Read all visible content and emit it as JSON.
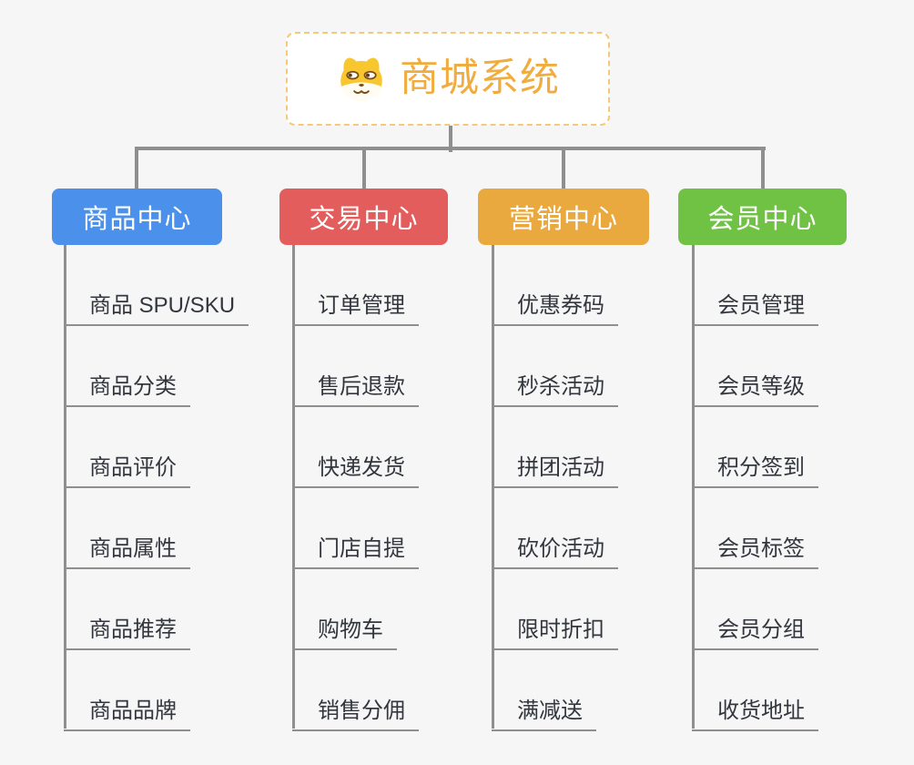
{
  "root": {
    "title": "商城系统",
    "icon": "dog-face-icon"
  },
  "branches": [
    {
      "label": "商品中心",
      "color": "#4b90ea",
      "items": [
        "商品 SPU/SKU",
        "商品分类",
        "商品评价",
        "商品属性",
        "商品推荐",
        "商品品牌"
      ]
    },
    {
      "label": "交易中心",
      "color": "#e45d5d",
      "items": [
        "订单管理",
        "售后退款",
        "快递发货",
        "门店自提",
        "购物车",
        "销售分佣"
      ]
    },
    {
      "label": "营销中心",
      "color": "#eaa93f",
      "items": [
        "优惠券码",
        "秒杀活动",
        "拼团活动",
        "砍价活动",
        "限时折扣",
        "满减送"
      ]
    },
    {
      "label": "会员中心",
      "color": "#70c244",
      "items": [
        "会员管理",
        "会员等级",
        "积分签到",
        "会员标签",
        "会员分组",
        "收货地址"
      ]
    }
  ],
  "colors": {
    "background": "#f6f6f7",
    "connector_line": "#8f8f8f",
    "root_border": "#f6c877",
    "root_title_text": "#f0ac3f",
    "item_text": "#33373d",
    "item_underline": "#8f8f8f",
    "button_text": "#ffffff",
    "dog_fur": "#f8c62e",
    "dog_muzzle": "#fffdf3",
    "dog_features": "#7c4a14"
  }
}
